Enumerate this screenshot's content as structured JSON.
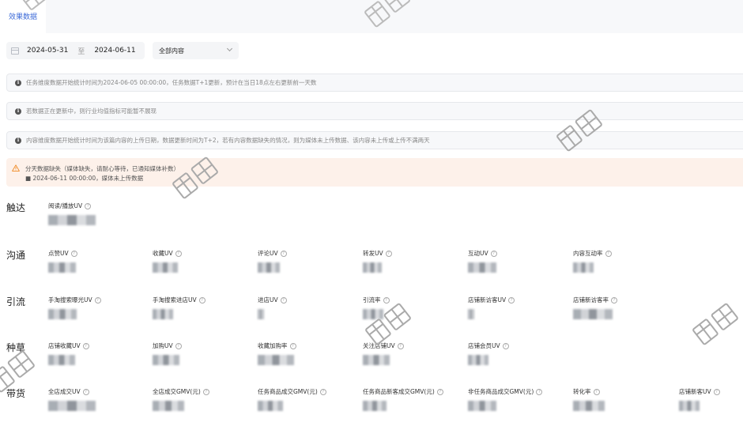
{
  "tabs": [
    {
      "label": "效果数据"
    }
  ],
  "filters": {
    "date_start": "2024-05-31",
    "date_sep": "至",
    "date_end": "2024-06-11",
    "content_select": "全部内容"
  },
  "notices": [
    "任务维度数据开始统计时间为2024-06-05 00:00:00，任务数据T+1更新，预计在当日18点左右更新前一天数",
    "若数据正在更新中，则行业均值指标可能暂不展现",
    "内容维度数据开始统计时间为该篇内容的上传日期，数据更新时间为T+2，若有内容数据缺失的情况，则为媒体未上传数据、该内容未上传或上传不满两天"
  ],
  "warning": {
    "line1": "分天数据缺失（媒体缺失，请耐心等待，已通知媒体补数）",
    "line2": "■ 2024-06-11 00:00:00，媒体未上传数据"
  },
  "sections": [
    {
      "label": "触达",
      "metrics": [
        "阅读/播放UV"
      ]
    },
    {
      "label": "沟通",
      "metrics": [
        "点赞UV",
        "收藏UV",
        "评论UV",
        "转发UV",
        "互动UV",
        "内容互动率"
      ]
    },
    {
      "label": "引流",
      "metrics": [
        "手淘搜索曝光UV",
        "手淘搜索进店UV",
        "进店UV",
        "引流率",
        "店铺新访客UV",
        "店铺新访客率"
      ]
    },
    {
      "label": "种草",
      "metrics": [
        "店铺收藏UV",
        "加购UV",
        "收藏加购率",
        "关注店铺UV",
        "店铺会员UV"
      ]
    },
    {
      "label": "带货",
      "metrics": [
        "全店成交UV",
        "全店成交GMV(元)",
        "任务商品成交GMV(元)",
        "任务商品新客成交GMV(元)",
        "非任务商品成交GMV(元)",
        "转化率",
        "店铺新客UV"
      ]
    }
  ],
  "help_icon_glyph": "?",
  "colors": {
    "accent": "#3d6bd8",
    "warning_bg": "#fdf1ea",
    "warning_icon": "#f08a24"
  }
}
